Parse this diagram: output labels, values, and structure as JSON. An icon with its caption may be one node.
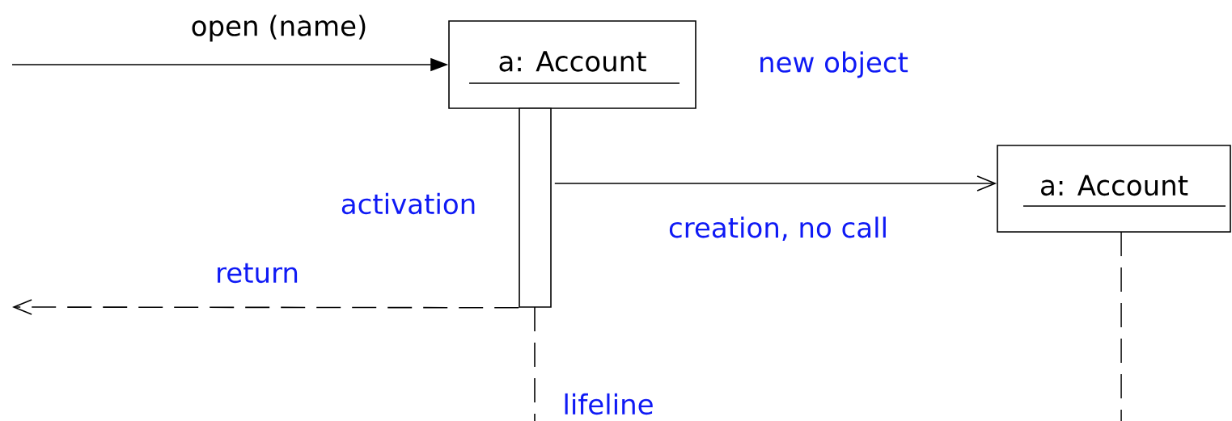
{
  "diagram": {
    "nodes": [
      {
        "text": [
          "a: Account"
        ]
      },
      {
        "text": [],
        "shape": "bar"
      },
      {
        "text": [
          "a: Account"
        ]
      }
    ],
    "edges": [
      {
        "from": null,
        "to": 0,
        "arrow": "to",
        "label": "open (name)"
      },
      {
        "from": 1,
        "to": 2,
        "arrow": "to"
      },
      {
        "from": 1,
        "to": null,
        "arrow": "to",
        "style": "dashed"
      }
    ],
    "labels": [
      "new object",
      "activation",
      "creation, no call",
      "return",
      "lifeline"
    ]
  }
}
